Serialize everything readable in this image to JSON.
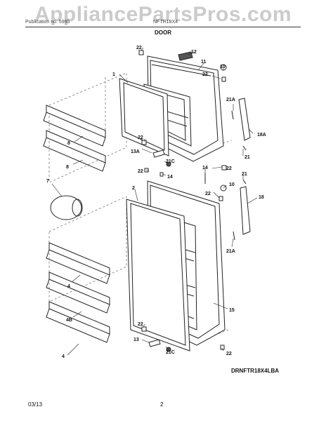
{
  "watermark": "AppliancePartsPros.com",
  "header": {
    "left_text": "Publication no. 5995",
    "right_text": "NFTR18X4"
  },
  "title": "DOOR",
  "model_code": "DRNFTR18X4LBA",
  "footer": {
    "date": "03/13",
    "page_number": "2"
  },
  "labels": {
    "p22a": "22",
    "p12": "12",
    "p11": "11",
    "p1": "1",
    "p22b": "22",
    "p10a": "10",
    "p21Aa": "21A",
    "p18A": "18A",
    "p8a": "8",
    "p8b": "8",
    "p22c": "22",
    "p13A": "13A",
    "p21Ca": "21C",
    "p21a": "21",
    "p22d": "22",
    "p14a": "14",
    "p14b": "14",
    "p22e": "22",
    "p21b": "21",
    "p7": "7",
    "p2": "2",
    "p22f": "22",
    "p10b": "10",
    "p18": "18",
    "p21Ab": "21A",
    "p4a": "4",
    "p4B": "4B",
    "p15": "15",
    "p22g": "22",
    "p13": "13",
    "p21Cb": "21C",
    "p4b": "4",
    "p22h": "22"
  }
}
